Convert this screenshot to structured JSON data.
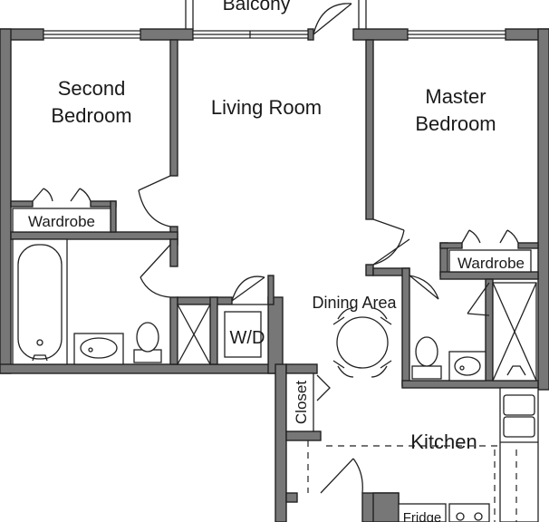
{
  "rooms": {
    "balcony": "Balcony",
    "second_bedroom_line1": "Second",
    "second_bedroom_line2": "Bedroom",
    "living_room": "Living Room",
    "master_bedroom_line1": "Master",
    "master_bedroom_line2": "Bedroom",
    "wardrobe_left": "Wardrobe",
    "wardrobe_right": "Wardrobe",
    "dining_area": "Dining Area",
    "washer_dryer": "W/D",
    "closet": "Closet",
    "kitchen": "Kitchen",
    "fridge": "Fridge"
  },
  "colors": {
    "wall_fill": "#777777",
    "line": "#222222",
    "background": "#ffffff"
  }
}
